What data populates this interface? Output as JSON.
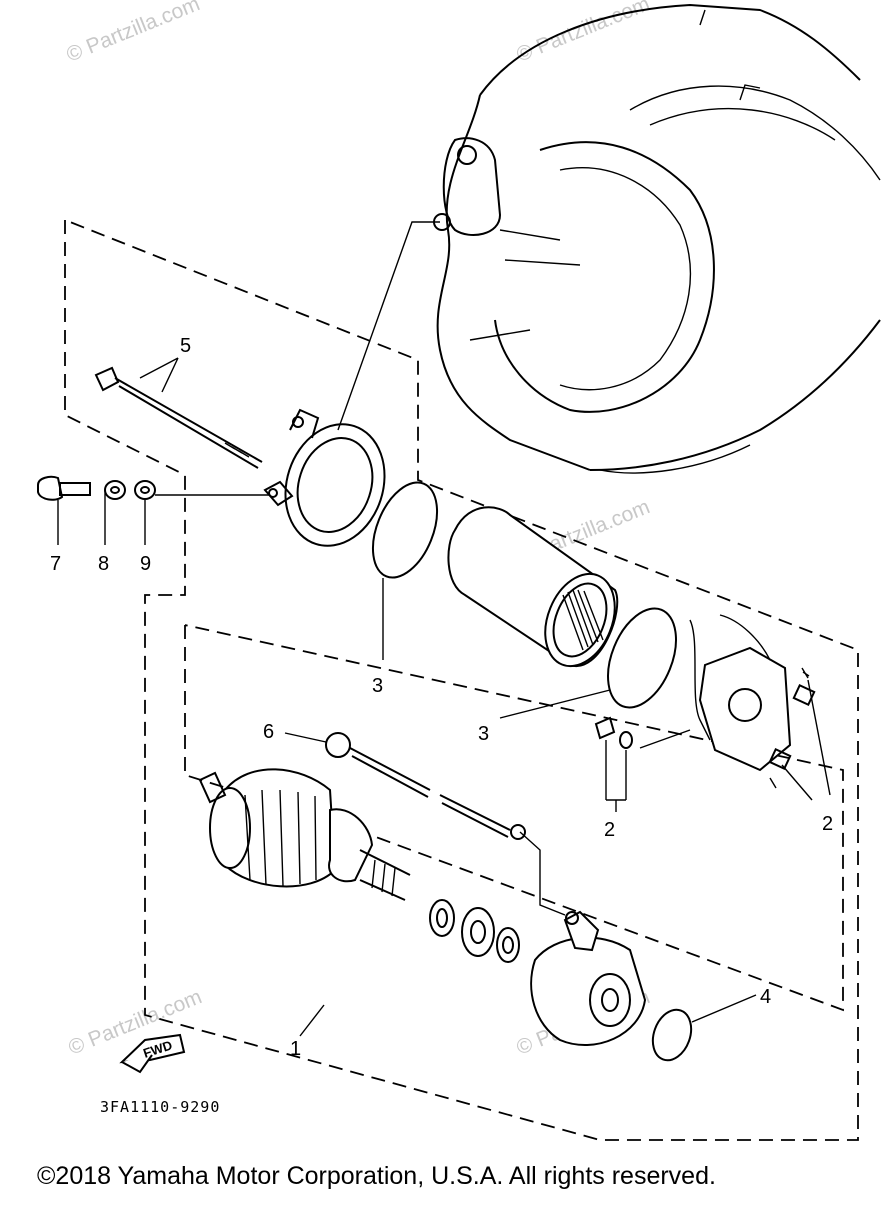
{
  "diagram": {
    "callouts": {
      "c1": "1",
      "c2a": "2",
      "c2b": "2",
      "c3a": "3",
      "c3b": "3",
      "c4": "4",
      "c5": "5",
      "c6": "6",
      "c7": "7",
      "c8": "8",
      "c9": "9"
    },
    "fwd_label": "FWD",
    "part_code": "3FA1110-9290",
    "watermark": "© Partzilla.com",
    "copyright": "©2018 Yamaha Motor Corporation, U.S.A. All rights reserved."
  }
}
